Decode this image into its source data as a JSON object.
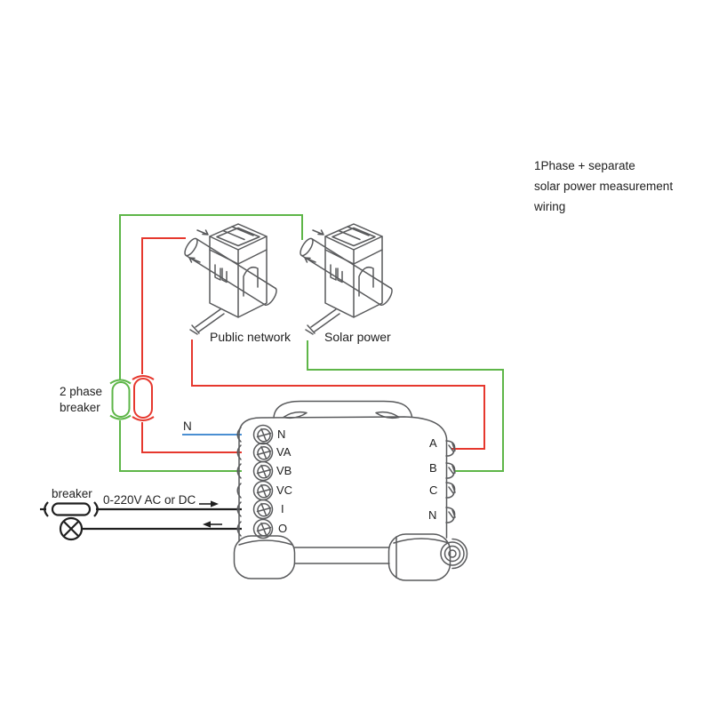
{
  "title": {
    "lines": [
      "1Phase + separate",
      "solar power measurement",
      "wiring"
    ]
  },
  "ct_clamps": {
    "public_label": "Public network",
    "solar_label": "Solar power"
  },
  "breakers": {
    "two_phase_label": "2 phase breaker",
    "main_label": "breaker"
  },
  "supply": {
    "voltage_label": "0-220V AC or DC",
    "neutral_label": "N"
  },
  "device": {
    "left_terminals": [
      "N",
      "VA",
      "VB",
      "VC",
      "I",
      "O"
    ],
    "right_terminals": [
      "A",
      "B",
      "C",
      "N"
    ]
  },
  "icons": {
    "ct_clamp": "current-transformer-clamp-icon",
    "two_phase_breaker": "two-pole-breaker-symbol",
    "main_breaker": "breaker-symbol",
    "lamp": "lamp-load-icon",
    "screw_terminal": "screw-terminal-icon",
    "current_in_arrow": "arrow-right",
    "current_out_arrow": "arrow-left"
  },
  "colors": {
    "phase_wire": "#e6382e",
    "solar_wire": "#5eb648",
    "neutral_wire": "#4a8fd2",
    "black_wire": "#1f1f1f",
    "sketch": "#595a5c",
    "text": "#212121",
    "background": "#ffffff"
  }
}
